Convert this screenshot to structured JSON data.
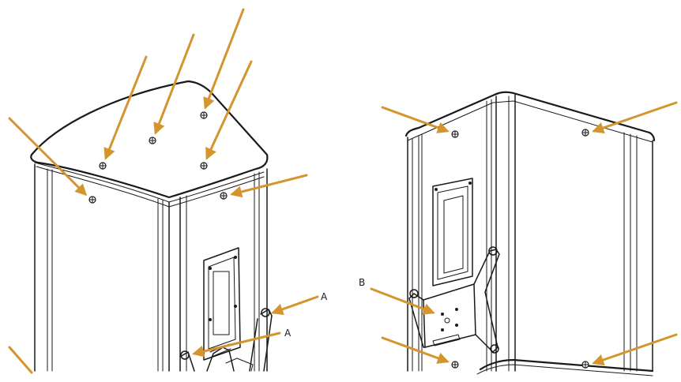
{
  "colors": {
    "arrow": "#D4942E",
    "line": "#1a1a1a",
    "background": "#ffffff"
  },
  "callouts": {
    "a_upper": "A",
    "a_lower": "A",
    "b": "B"
  }
}
